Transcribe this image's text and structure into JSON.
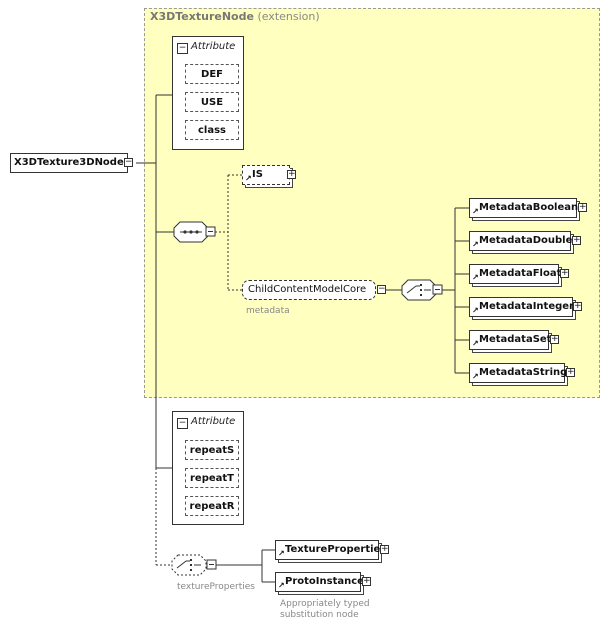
{
  "extension": {
    "title_name": "X3DTextureNode",
    "title_suffix": "(extension)"
  },
  "root": {
    "label": "X3DTexture3DNode"
  },
  "attr_group_1": {
    "title": "Attribute",
    "items": [
      "DEF",
      "USE",
      "class"
    ]
  },
  "attr_group_2": {
    "title": "Attribute",
    "items": [
      "repeatS",
      "repeatT",
      "repeatR"
    ]
  },
  "is_node": {
    "label": "IS"
  },
  "child_group": {
    "label": "ChildContentModelCore",
    "caption": "metadata"
  },
  "metadata_nodes": [
    "MetadataBoolean",
    "MetadataDouble",
    "MetadataFloat",
    "MetadataInteger",
    "MetadataSet",
    "MetadataString"
  ],
  "texture_choice": {
    "caption": "textureProperties"
  },
  "texture_nodes": [
    "TextureProperties",
    "ProtoInstance"
  ],
  "proto_note": {
    "line1": "Appropriately typed",
    "line2": "substitution node"
  },
  "icons": {
    "expand": "plus-icon",
    "collapse": "minus-icon",
    "reference": "arrow-icon"
  }
}
